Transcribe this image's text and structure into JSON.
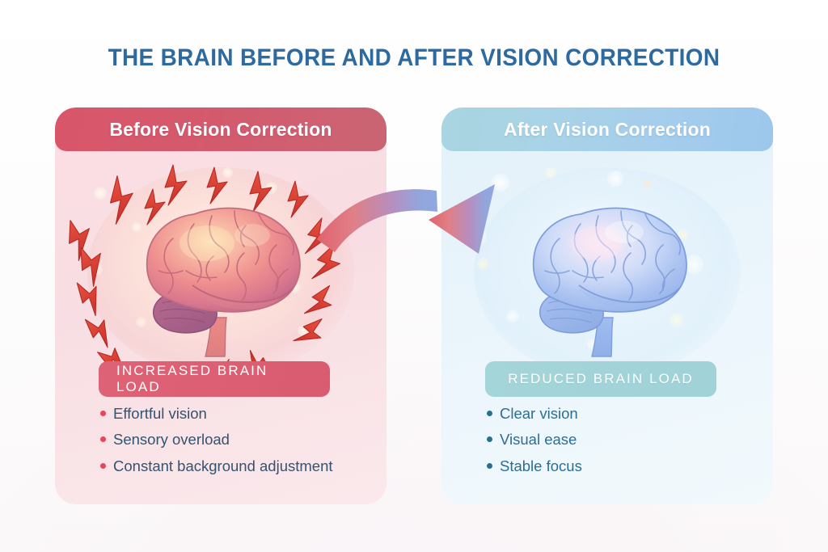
{
  "page": {
    "title": "THE BRAIN BEFORE AND AFTER VISION CORRECTION",
    "background_color": "#fdfcfc",
    "title_color": "#2d6a9f"
  },
  "arrow": {
    "name": "transition-arrow",
    "direction": "left-to-right",
    "start_color": "#e0636f",
    "end_color": "#8fa8dd"
  },
  "cards": [
    {
      "id": "before",
      "header": "Before Vision Correction",
      "header_bg": "#d4596c",
      "body_bg": "#f8dde3",
      "badge": "INCREASED BRAIN LOAD",
      "badge_bg": "#dc5f73",
      "bullet_color": "#e8455c",
      "text_color": "#33536f",
      "illustration": "stressed-brain-with-lightning-bolts",
      "bullets": [
        "Effortful vision",
        "Sensory overload",
        "Constant background adjustment"
      ]
    },
    {
      "id": "after",
      "header": "After Vision Correction",
      "header_bg": "#a5cdec",
      "body_bg": "#e9f4fb",
      "badge": "REDUCED BRAIN LOAD",
      "badge_bg": "#a2d3d8",
      "bullet_color": "#2c6e93",
      "text_color": "#2c6e93",
      "illustration": "calm-brain-with-soft-glow",
      "bullets": [
        "Clear vision",
        "Visual ease",
        "Stable focus"
      ]
    }
  ]
}
